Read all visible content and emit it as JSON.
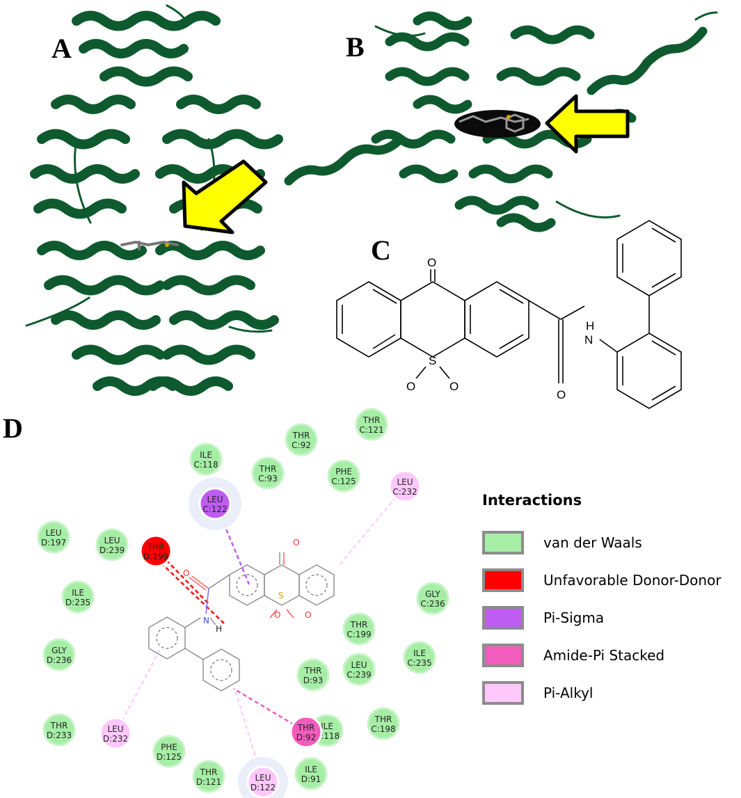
{
  "panels": {
    "a": "A",
    "b": "B",
    "c": "C",
    "d": "D"
  },
  "colors": {
    "protein": "#0e5a2e",
    "arrow_fill": "#ffff00",
    "arrow_stroke": "#000000",
    "van_der_waals": "#a6eea6",
    "unfavorable_donor_donor": "#ff0000",
    "pi_sigma": "#bf5cf2",
    "amide_pi_stacked": "#f25cbd",
    "pi_alkyl": "#fec8fb"
  },
  "structure_c": {
    "atoms": {
      "carbonyl_o": "O",
      "sulfur": "S",
      "sulfonyl_o1": "O",
      "sulfonyl_o2": "O",
      "amide_o": "O",
      "amide_n": "N",
      "amide_h": "H"
    }
  },
  "diagram_d": {
    "atoms": {
      "carbonyl_o": "O",
      "sulfur": "S",
      "sulfonyl_o1": "O",
      "sulfonyl_o2": "O",
      "amide_o": "O",
      "amide_n": "N",
      "amide_h": "H"
    },
    "residues": [
      {
        "name": "THR",
        "id": "C:121",
        "type": "van_der_waals"
      },
      {
        "name": "THR",
        "id": "C:92",
        "type": "van_der_waals"
      },
      {
        "name": "ILE",
        "id": "C:118",
        "type": "van_der_waals"
      },
      {
        "name": "THR",
        "id": "C:93",
        "type": "van_der_waals"
      },
      {
        "name": "PHE",
        "id": "C:125",
        "type": "van_der_waals"
      },
      {
        "name": "LEU",
        "id": "C:232",
        "type": "pi_alkyl"
      },
      {
        "name": "LEU",
        "id": "C:122",
        "type": "pi_sigma"
      },
      {
        "name": "LEU",
        "id": "D:197",
        "type": "van_der_waals"
      },
      {
        "name": "LEU",
        "id": "D:239",
        "type": "van_der_waals"
      },
      {
        "name": "THR",
        "id": "D:199",
        "type": "unfavorable_donor_donor"
      },
      {
        "name": "ILE",
        "id": "D:235",
        "type": "van_der_waals"
      },
      {
        "name": "GLY",
        "id": "C:236",
        "type": "van_der_waals"
      },
      {
        "name": "THR",
        "id": "C:199",
        "type": "van_der_waals"
      },
      {
        "name": "GLY",
        "id": "D:236",
        "type": "van_der_waals"
      },
      {
        "name": "THR",
        "id": "D:93",
        "type": "van_der_waals"
      },
      {
        "name": "LEU",
        "id": "C:239",
        "type": "van_der_waals"
      },
      {
        "name": "ILE",
        "id": "C:235",
        "type": "van_der_waals"
      },
      {
        "name": "THR",
        "id": "D:233",
        "type": "van_der_waals"
      },
      {
        "name": "ILE",
        "id": "D:118",
        "type": "van_der_waals"
      },
      {
        "name": "THR",
        "id": "C:198",
        "type": "van_der_waals"
      },
      {
        "name": "LEU",
        "id": "D:232",
        "type": "pi_alkyl"
      },
      {
        "name": "PHE",
        "id": "D:125",
        "type": "van_der_waals"
      },
      {
        "name": "THR",
        "id": "D:92",
        "type": "amide_pi_stacked"
      },
      {
        "name": "THR",
        "id": "D:121",
        "type": "van_der_waals"
      },
      {
        "name": "LEU",
        "id": "D:122",
        "type": "pi_alkyl"
      },
      {
        "name": "ILE",
        "id": "D:91",
        "type": "van_der_waals"
      }
    ]
  },
  "legend": {
    "title": "Interactions",
    "items": [
      {
        "label": "van der Waals",
        "type": "van_der_waals"
      },
      {
        "label": "Unfavorable Donor-Donor",
        "type": "unfavorable_donor_donor"
      },
      {
        "label": "Pi-Sigma",
        "type": "pi_sigma"
      },
      {
        "label": "Amide-Pi Stacked",
        "type": "amide_pi_stacked"
      },
      {
        "label": "Pi-Alkyl",
        "type": "pi_alkyl"
      }
    ]
  }
}
